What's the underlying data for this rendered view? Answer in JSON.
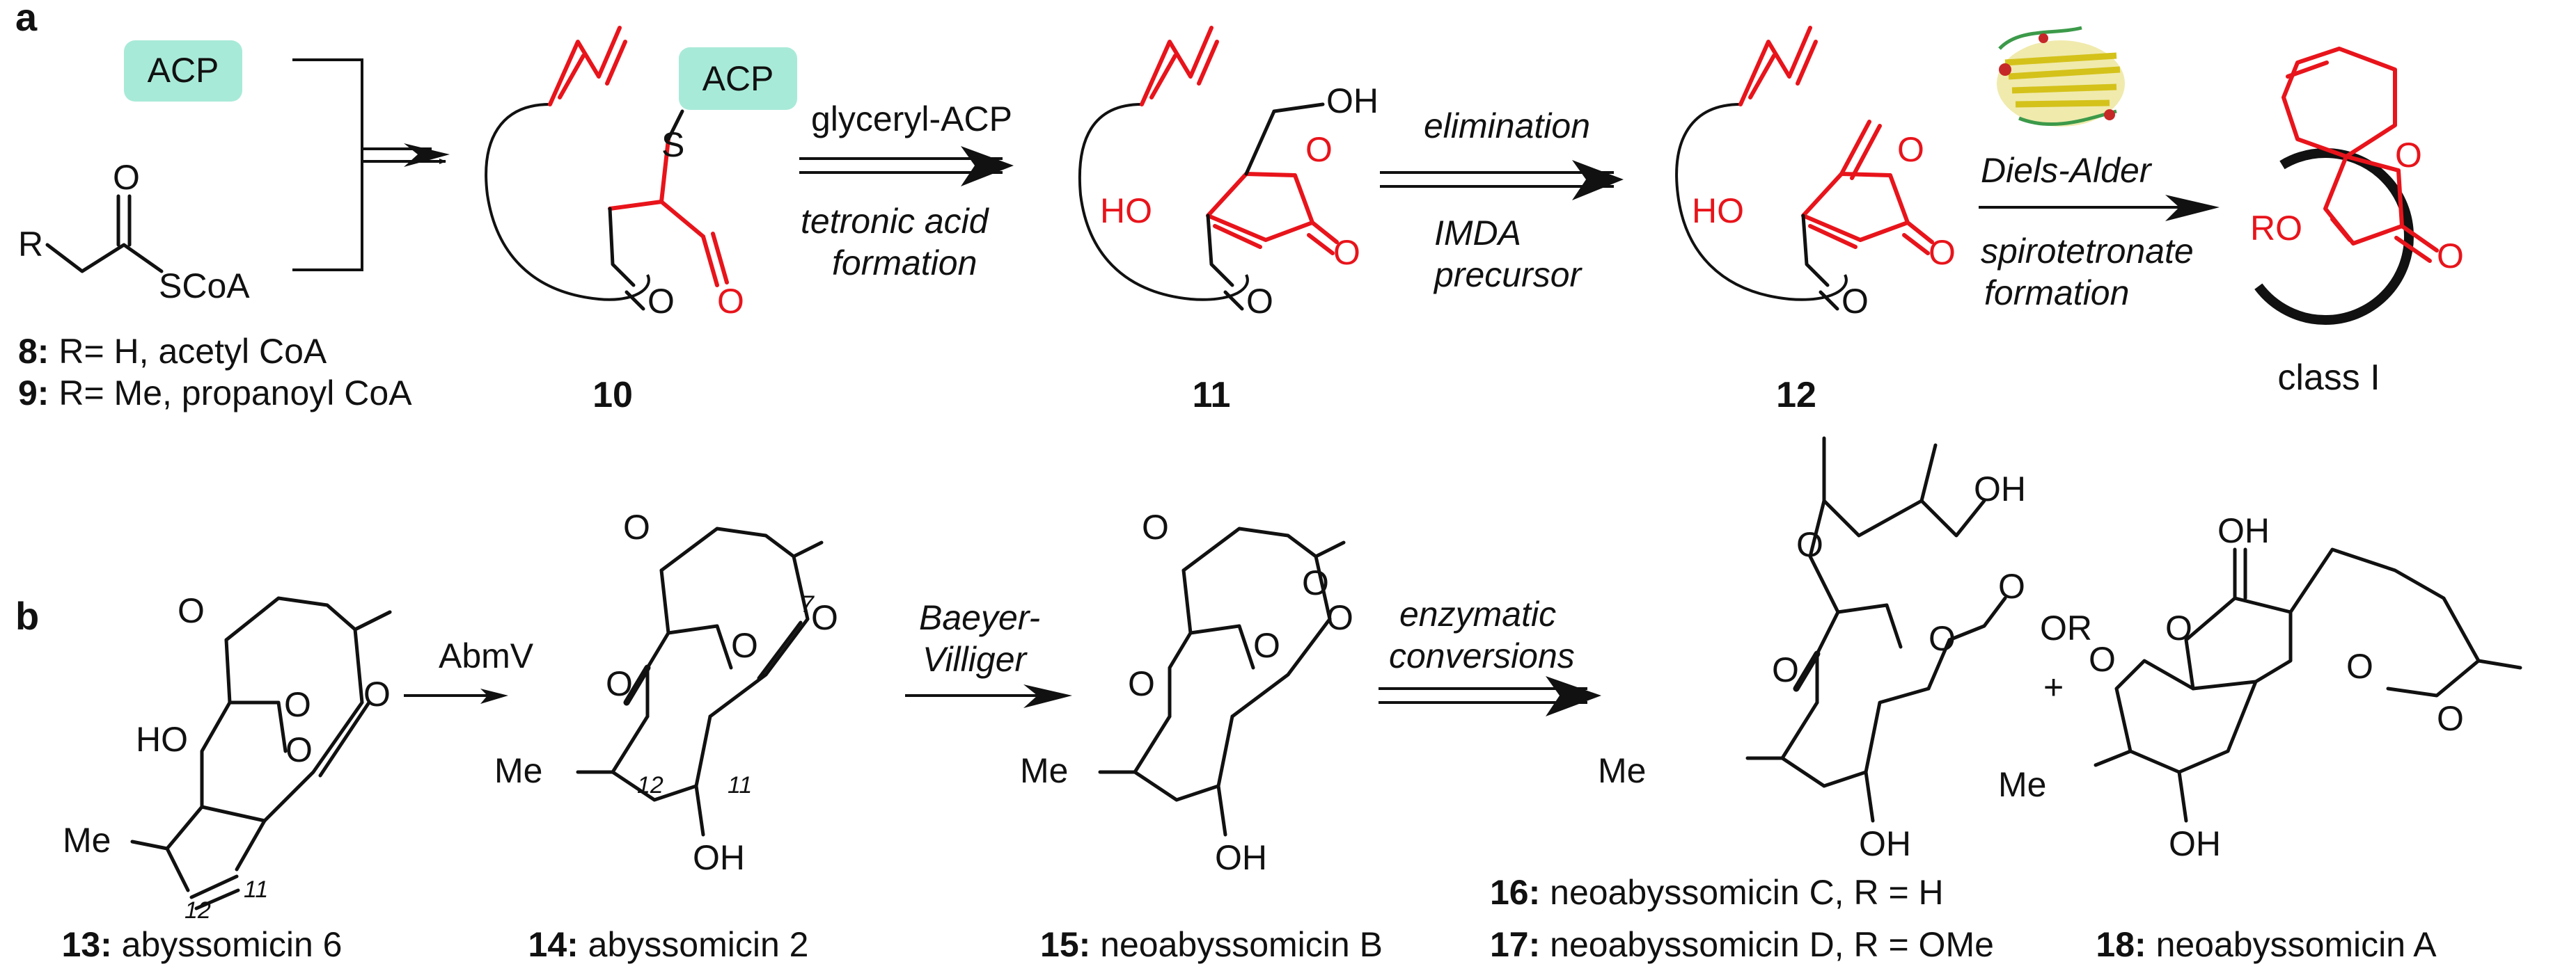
{
  "panel_a": {
    "letter": "a",
    "acp_box1": "ACP",
    "acp_box2": "ACP",
    "sub_R": "R",
    "sub_O": "O",
    "sub_scoa": "SCoA",
    "compound_8_num": "8:",
    "compound_8_text": " R= H, acetyl CoA",
    "compound_9_num": "9:",
    "compound_9_text": " R= Me, propanoyl CoA",
    "label_10": "10",
    "label_11": "11",
    "label_12": "12",
    "label_class": "class I",
    "s_atom": "S",
    "o_atom": "O",
    "oh_11": "OH",
    "ho_11": "HO",
    "ho_12": "HO",
    "ro": "RO",
    "arrow1_top": "glyceryl-ACP",
    "arrow1_bottom1": "tetronic acid",
    "arrow1_bottom2": "formation",
    "arrow2_top": "elimination",
    "arrow2_bottom1": "IMDA",
    "arrow2_bottom2": "precursor",
    "arrow3_top": "Diels-Alder",
    "arrow3_bottom1": "spirotetronate",
    "arrow3_bottom2": "formation"
  },
  "panel_b": {
    "letter": "b",
    "arrow1_label": "AbmV",
    "arrow2_label1": "Baeyer-",
    "arrow2_label2": "Villiger",
    "arrow3_label1": "enzymatic",
    "arrow3_label2": "conversions",
    "plus": "+",
    "ho": "HO",
    "oh": "OH",
    "o": "O",
    "me": "Me",
    "or_label": "OR",
    "num_7": "7",
    "num_11": "11",
    "num_12": "12",
    "c13_num": "13:",
    "c13_name": " abyssomicin 6",
    "c14_num": "14:",
    "c14_name": " abyssomicin 2",
    "c15_num": "15:",
    "c15_name": " neoabyssomicin B",
    "c16_num": "16:",
    "c16_name": " neoabyssomicin C, R = H",
    "c17_num": "17:",
    "c17_name": " neoabyssomicin D, R = OMe",
    "c18_num": "18:",
    "c18_name": " neoabyssomicin A"
  },
  "colors": {
    "highlight": "#e8141b",
    "acp_fill": "#a8ead8",
    "ink": "#111111"
  },
  "icons": [
    "protein-cartoon-icon"
  ]
}
